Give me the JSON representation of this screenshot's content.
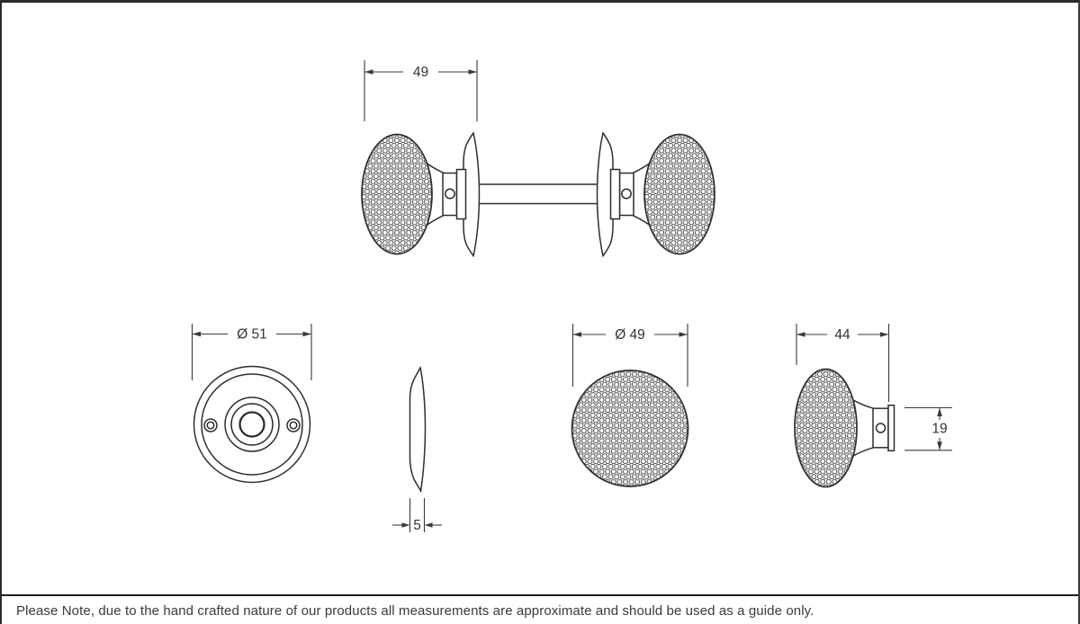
{
  "colors": {
    "line": "#2e2e2e",
    "dimension_line": "#3a3a3a",
    "background": "#ffffff",
    "text": "#333333"
  },
  "diagram": {
    "assembly_view": {
      "name": "knob pair with spindle",
      "width_dim": "49"
    },
    "rose_front_view": {
      "name": "rose face",
      "diameter_dim": "Ø 51"
    },
    "rose_side_view": {
      "name": "rose profile",
      "thickness_dim": "5"
    },
    "knob_front_view": {
      "name": "knob face",
      "diameter_dim": "Ø 49"
    },
    "knob_side_view": {
      "name": "knob profile",
      "length_dim": "44",
      "shank_dim": "19"
    }
  },
  "footer": {
    "note": "Please Note, due to the hand crafted nature of our products all measurements are approximate and should be used as a guide only."
  }
}
